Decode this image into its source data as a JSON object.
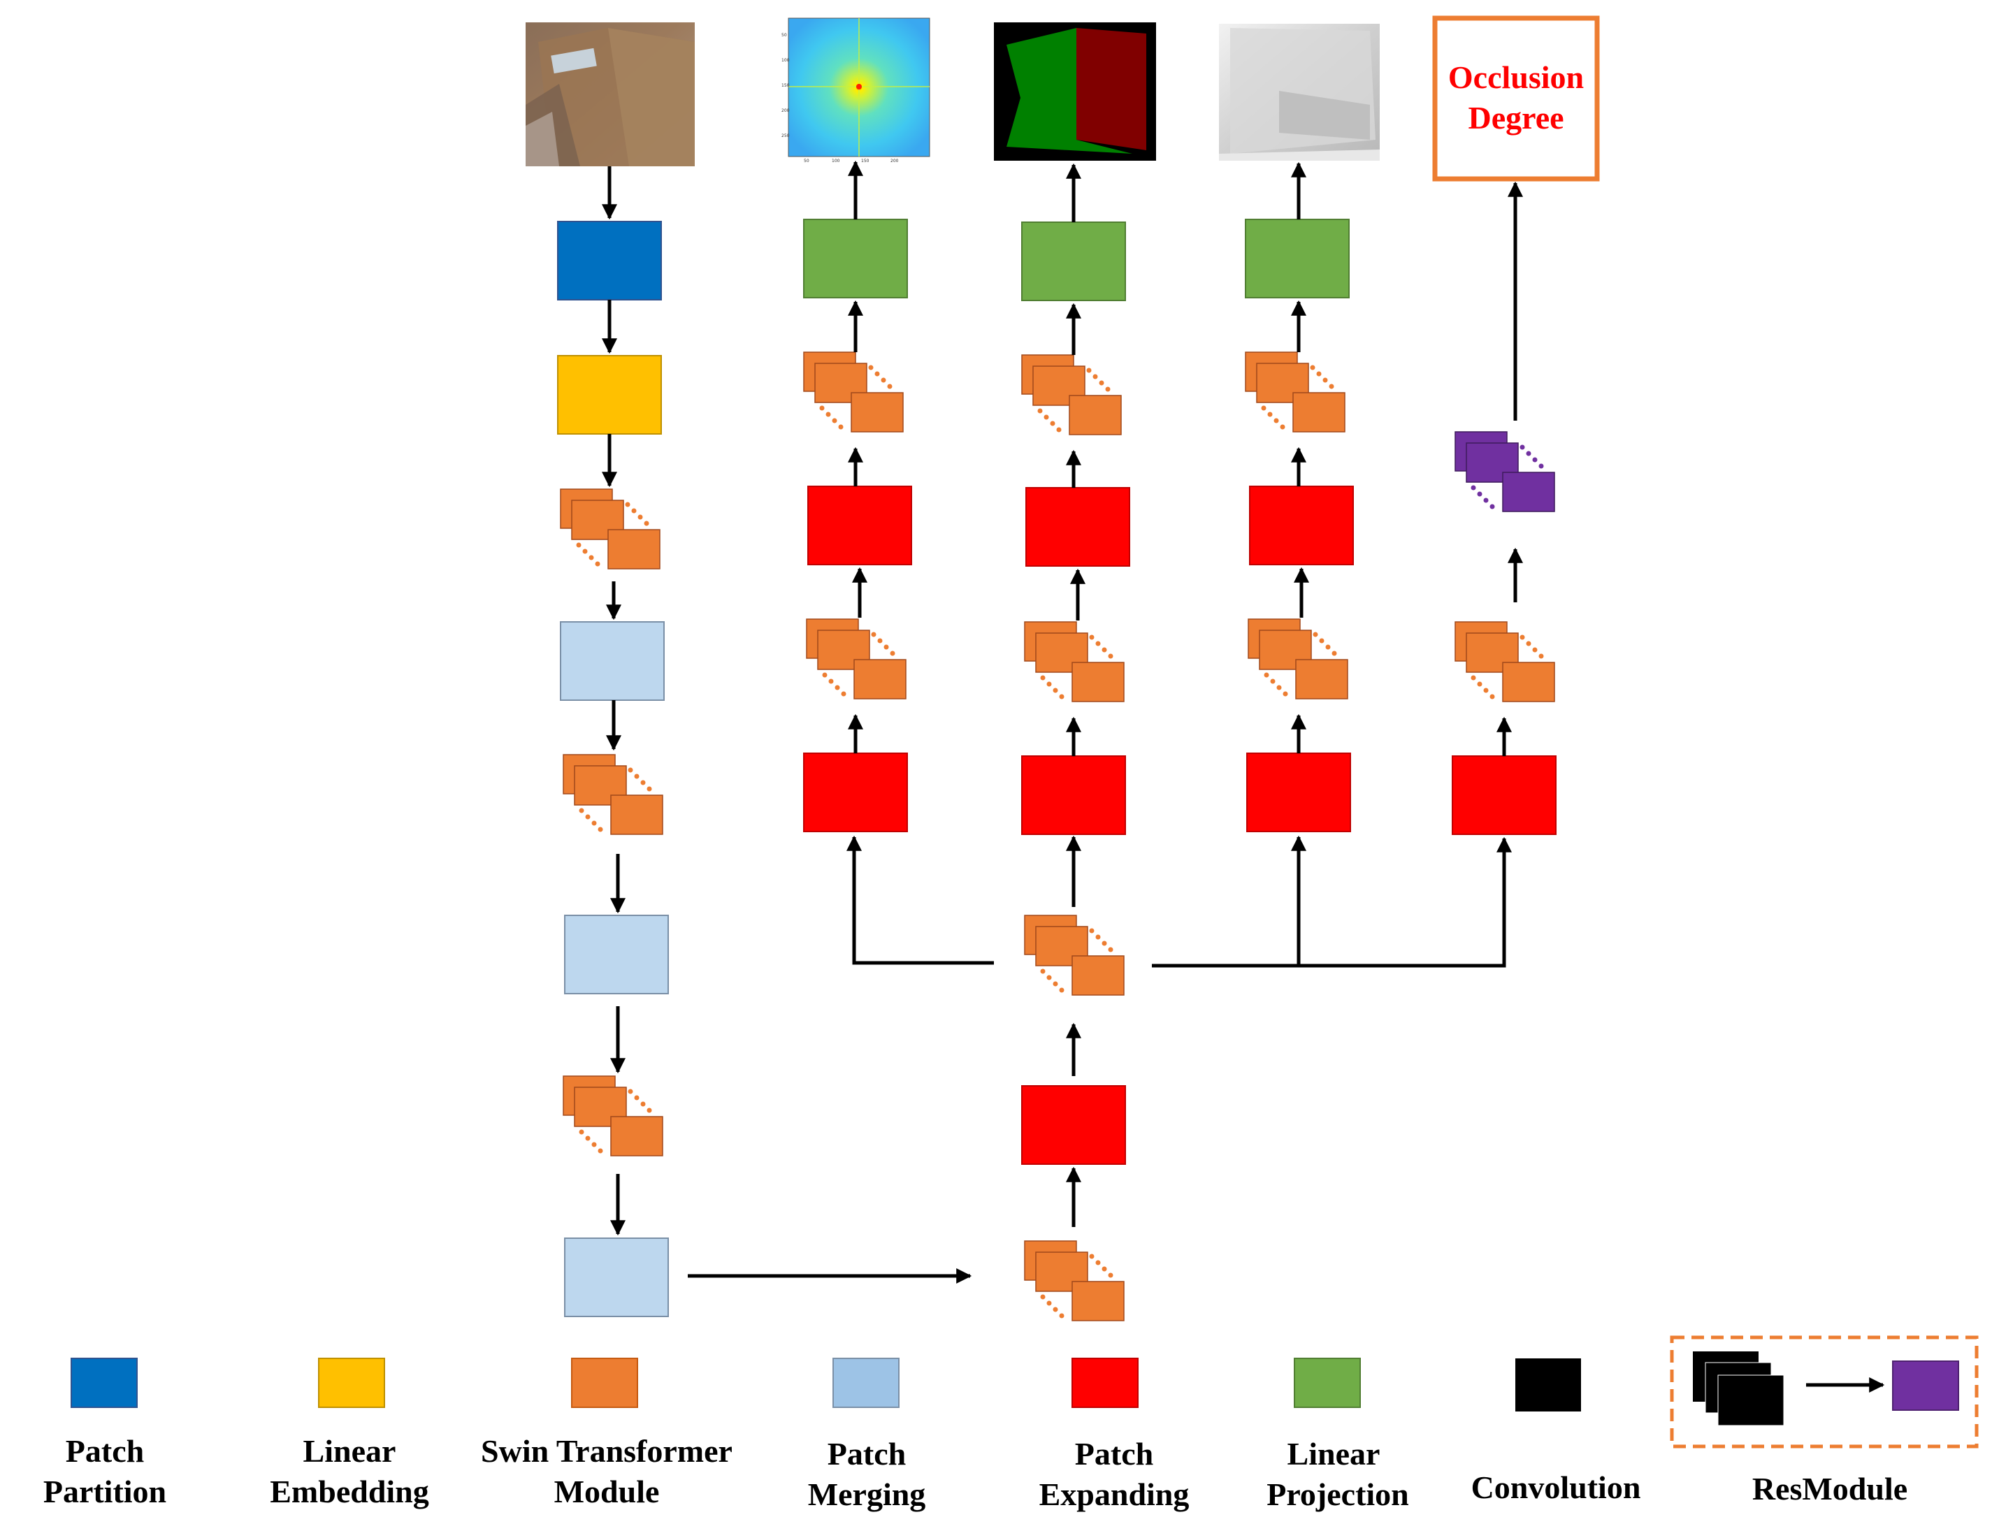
{
  "colors": {
    "patch_partition": "#0070C0",
    "linear_embedding": "#FFC000",
    "swin_transformer": "#ED7D31",
    "patch_merging": "#BDD7EE",
    "patch_merging_legend": "#9DC3E6",
    "patch_expanding": "#FF0000",
    "linear_projection": "#70AD47",
    "convolution": "#000000",
    "resmodule": "#7030A0",
    "occlusion_box": "#ED7D31",
    "occlusion_text": "#FF0000",
    "arrow": "#000000"
  },
  "outputs": {
    "occlusion_label_line1": "Occlusion",
    "occlusion_label_line2": "Degree"
  },
  "legend": {
    "patch_partition": [
      "Patch",
      "Partition"
    ],
    "linear_embedding": [
      "Linear",
      "Embedding"
    ],
    "swin_transformer": [
      "Swin Transformer",
      "Module"
    ],
    "patch_merging": [
      "Patch",
      "Merging"
    ],
    "patch_expanding": [
      "Patch",
      "Expanding"
    ],
    "linear_projection": [
      "Linear",
      "Projection"
    ],
    "convolution": [
      "Convolution"
    ],
    "resmodule": [
      "ResModule"
    ]
  }
}
